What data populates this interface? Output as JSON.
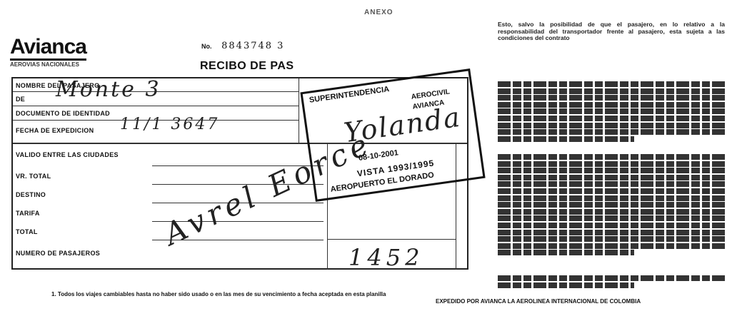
{
  "page_mark": "ANEXO",
  "ticket": {
    "logo": "Avianca",
    "logo_subtitle": "AEROVIAS NACIONALES",
    "ticket_number_label": "No.",
    "ticket_number": "8843748 3",
    "receipt_title": "RECIBO DE PAS",
    "rows": [
      {
        "label": "NOMBRE DEL PASAJERO",
        "handwritten": ""
      },
      {
        "label": "DE",
        "handwritten": "Monte 3"
      },
      {
        "label": "DOCUMENTO DE IDENTIDAD",
        "handwritten": ""
      },
      {
        "label": "FECHA DE EXPEDICION",
        "handwritten": "11/1 3647"
      },
      {
        "label": "VALIDO ENTRE LAS CIUDADES",
        "handwritten": ""
      },
      {
        "label": "VR. TOTAL",
        "handwritten": ""
      },
      {
        "label": "DESTINO",
        "handwritten": ""
      },
      {
        "label": "TARIFA",
        "handwritten": ""
      },
      {
        "label": "TOTAL",
        "handwritten": ""
      },
      {
        "label": "NUMERO DE PASAJEROS",
        "handwritten": ""
      }
    ],
    "signature": "Avrel Eorce",
    "stamp": {
      "line1": "SUPERINTENDENCIA",
      "line2": "AEROCIVIL",
      "line3": "AVIANCA",
      "line4": "VISTA 1993/1995",
      "line5": "AEROPUERTO EL DORADO",
      "date": "08-10-2001",
      "handwritten": "Yolanda"
    },
    "lower_handwritten": "1452",
    "footnote": "1. Todos los viajes cambiables hasta no haber sido usado o en las mes de su vencimiento a fecha aceptada en esta planilla"
  },
  "right_column": {
    "paragraphs": [
      {
        "text": "Esto, salvo la posibilidad de que el pasajero, en lo relativo a la responsabilidad del transportador frente al pasajero, esta sujeta a las condiciones del contrato",
        "lines": 5
      },
      {
        "text": "",
        "lines": 9
      },
      {
        "text": "",
        "lines": 15
      },
      {
        "text": "",
        "lines": 2
      }
    ],
    "bottom_banner": "EXPEDIDO POR AVIANCA LA AEROLINEA INTERNACIONAL DE COLOMBIA"
  }
}
